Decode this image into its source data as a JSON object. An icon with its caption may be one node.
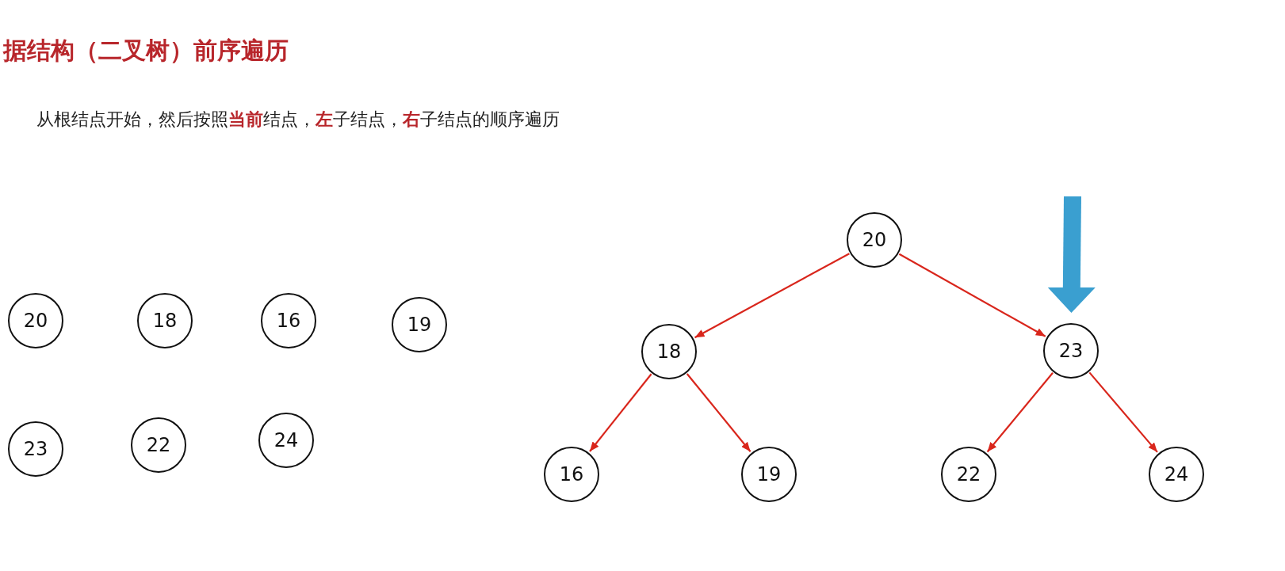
{
  "diagram": {
    "title": "据结构（二叉树）前序遍历",
    "nodes": [
      {
        "text": [
          "20"
        ]
      },
      {
        "text": [
          "18"
        ]
      },
      {
        "text": [
          "16"
        ]
      },
      {
        "text": [
          "19"
        ]
      },
      {
        "text": [
          "23"
        ]
      },
      {
        "text": [
          "22"
        ]
      },
      {
        "text": [
          "24"
        ]
      },
      {
        "text": [
          "20"
        ]
      },
      {
        "text": [
          "18"
        ]
      },
      {
        "text": [
          "23"
        ]
      },
      {
        "text": [
          "16"
        ]
      },
      {
        "text": [
          "19"
        ]
      },
      {
        "text": [
          "22"
        ]
      },
      {
        "text": [
          "24"
        ]
      }
    ],
    "edges": [
      {
        "from": 7,
        "to": 8,
        "arrow": "to"
      },
      {
        "from": 7,
        "to": 9,
        "arrow": "to"
      },
      {
        "from": 8,
        "to": 10,
        "arrow": "to"
      },
      {
        "from": 8,
        "to": 11,
        "arrow": "to"
      },
      {
        "from": 9,
        "to": 12,
        "arrow": "to"
      },
      {
        "from": 9,
        "to": 13,
        "arrow": "to"
      },
      {
        "from": null,
        "to": 9,
        "arrow": "to",
        "style": "thick",
        "color": "#3a9fd0"
      }
    ],
    "labels": [
      "从根结点开始，然后按照**当前**结点，**左**子结点，**右**子结点的顺序遍历"
    ]
  }
}
